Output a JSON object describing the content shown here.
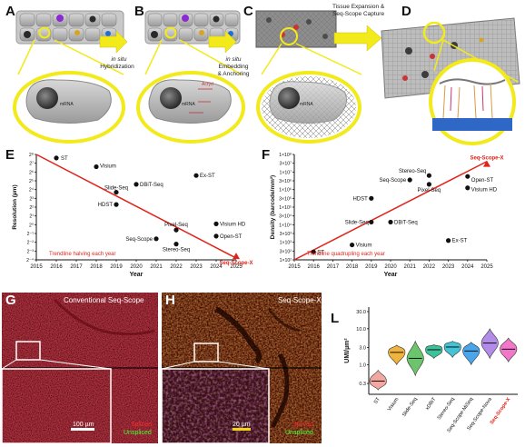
{
  "panels": {
    "A": "A",
    "B": "B",
    "C": "C",
    "D": "D",
    "E": "E",
    "F": "F",
    "G": "G",
    "H": "H",
    "L": "L"
  },
  "top": {
    "step1_line1": "in situ",
    "step1_line2": "Hybridization",
    "step2_line1": "in situ",
    "step2_line2": "Embedding",
    "step2_line3": "& Anchoring",
    "step3_line1": "Tissue Expansion &",
    "step3_line2": "Seq-Scope Capture",
    "mrna": "mRNA",
    "acryd": "Acryd"
  },
  "microscopy": {
    "g_title": "Conventional Seq-Scope",
    "g_scale": "100 µm",
    "h_title": "Seq-Scope-X",
    "h_scale": "20 µm",
    "legend_spliced": "Spliced",
    "legend_unspliced": "Unspliced"
  },
  "chart_data": [
    {
      "type": "scatter",
      "panel": "E",
      "xlabel": "Year",
      "ylabel": "Resolution (µm)",
      "x_ticks": [
        "2015",
        "2016",
        "2017",
        "2018",
        "2019",
        "2020",
        "2021",
        "2022",
        "2023",
        "2024",
        "2025"
      ],
      "y_scale": "log2",
      "y_ticks": [
        "2⁸",
        "2⁷",
        "2⁶",
        "2⁵",
        "2⁴",
        "2³",
        "2²",
        "2¹",
        "2⁰",
        "2⁻¹",
        "2⁻²",
        "2⁻³",
        "2⁻⁴"
      ],
      "xlim": [
        2015,
        2025
      ],
      "ylim": [
        -4,
        8
      ],
      "points": [
        {
          "label": "ST",
          "x": 2016,
          "y": 7.6
        },
        {
          "label": "Visium",
          "x": 2018,
          "y": 6.6
        },
        {
          "label": "DBiT-Seq",
          "x": 2020,
          "y": 4.6
        },
        {
          "label": "Ex-ST",
          "x": 2023,
          "y": 5.6
        },
        {
          "label": "Slide-Seq",
          "x": 2019,
          "y": 3.7
        },
        {
          "label": "HDST",
          "x": 2019,
          "y": 2.3
        },
        {
          "label": "Pixel-Seq",
          "x": 2022,
          "y": -0.6
        },
        {
          "label": "Seq-Scope",
          "x": 2021,
          "y": -1.6
        },
        {
          "label": "Stereo-Seq",
          "x": 2022,
          "y": -2.2
        },
        {
          "label": "Visium HD",
          "x": 2024,
          "y": 0.1
        },
        {
          "label": "Open-ST",
          "x": 2024,
          "y": -1.3
        },
        {
          "label": "Seq-Scope-X",
          "x": 2025,
          "y": -3.6,
          "highlight": true
        }
      ],
      "trendline": {
        "x": [
          2015,
          2025
        ],
        "y": [
          8,
          -3.8
        ],
        "label": "Trendline halving each year"
      }
    },
    {
      "type": "scatter",
      "panel": "F",
      "xlabel": "Year",
      "ylabel": "Density (barcode/mm²)",
      "x_ticks": [
        "2015",
        "2016",
        "2017",
        "2018",
        "2019",
        "2020",
        "2021",
        "2022",
        "2023",
        "2024",
        "2025"
      ],
      "y_scale": "log10",
      "y_ticks": [
        "1×10⁸",
        "3×10⁷",
        "1×10⁷",
        "3×10⁶",
        "1×10⁶",
        "3×10⁵",
        "1×10⁵",
        "3×10⁴",
        "1×10⁴",
        "3×10³",
        "1×10³",
        "3×10²",
        "1×10²"
      ],
      "xlim": [
        2015,
        2025
      ],
      "ylim": [
        2,
        8
      ],
      "points": [
        {
          "label": "ST",
          "x": 2016,
          "y": 2.45
        },
        {
          "label": "Visium",
          "x": 2018,
          "y": 2.85
        },
        {
          "label": "Slide-Seq",
          "x": 2019,
          "y": 4.15
        },
        {
          "label": "HDST",
          "x": 2019,
          "y": 5.5
        },
        {
          "label": "DBiT-Seq",
          "x": 2020,
          "y": 4.15
        },
        {
          "label": "Seq-Scope",
          "x": 2021,
          "y": 6.55
        },
        {
          "label": "Stereo-Seq",
          "x": 2022,
          "y": 6.8
        },
        {
          "label": "Pixel-Seq",
          "x": 2022,
          "y": 6.3
        },
        {
          "label": "Open-ST",
          "x": 2024,
          "y": 6.75
        },
        {
          "label": "Visium HD",
          "x": 2024,
          "y": 6.1
        },
        {
          "label": "Ex-ST",
          "x": 2023,
          "y": 3.1
        },
        {
          "label": "Seq-Scope-X",
          "x": 2025,
          "y": 7.45,
          "highlight": true
        }
      ],
      "trendline": {
        "x": [
          2015,
          2025
        ],
        "y": [
          2.0,
          7.6
        ],
        "label": "Trendline quadrupling each year"
      }
    },
    {
      "type": "violin",
      "panel": "L",
      "ylabel": "UMI/µm²",
      "y_scale": "log10",
      "y_ticks": [
        "0.3",
        "1.0",
        "3.0",
        "10.0",
        "30.0"
      ],
      "ylim": [
        0.15,
        40
      ],
      "categories": [
        "ST",
        "Visium",
        "Slide-Seq",
        "xDBiT",
        "Stereo-Seq",
        "Seq-Scope-MiSeq",
        "Seq-Scope-Nova",
        "Seq-Scope-X"
      ],
      "colors": [
        "#f4a7a1",
        "#f0b43d",
        "#6cc56c",
        "#3cc29b",
        "#44c3d6",
        "#4aa6ea",
        "#b38be8",
        "#f277c9"
      ],
      "medians": [
        0.35,
        2.2,
        1.5,
        2.6,
        3.1,
        2.4,
        4.0,
        2.7
      ],
      "ranges": [
        [
          0.2,
          0.7
        ],
        [
          1.0,
          3.5
        ],
        [
          0.5,
          4.5
        ],
        [
          1.5,
          3.6
        ],
        [
          1.6,
          4.5
        ],
        [
          1.0,
          4.2
        ],
        [
          1.5,
          10
        ],
        [
          1.2,
          5.5
        ]
      ],
      "highlight": "Seq-Scope-X"
    }
  ],
  "colors": {
    "trend": "#e2231a",
    "highlight": "#e2231a",
    "arrow": "#f2ea1b",
    "circle": "#f2ea1b"
  }
}
